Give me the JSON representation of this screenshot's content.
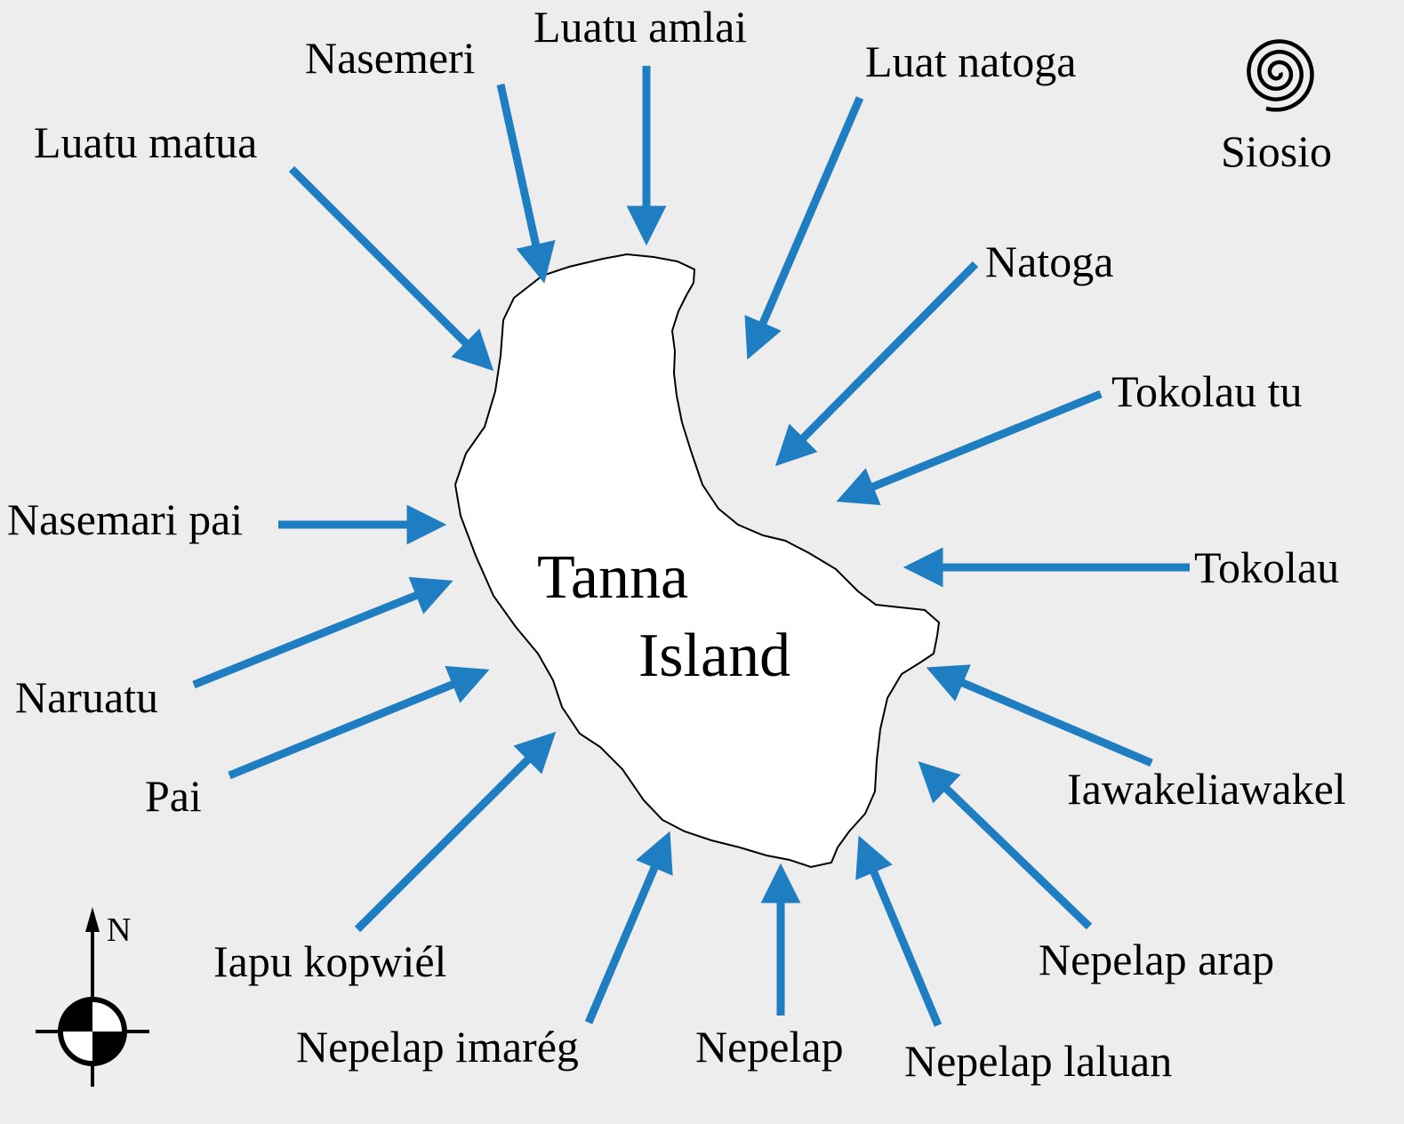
{
  "island": {
    "name_line1": "Tanna",
    "name_line2": "Island"
  },
  "winds": [
    "Luatu matua",
    "Nasemeri",
    "Luatu amlai",
    "Luat natoga",
    "Natoga",
    "Tokolau tu",
    "Tokolau",
    "Iawakeliawakel",
    "Nepelap arap",
    "Nepelap laluan",
    "Nepelap",
    "Nepelap imarég",
    "Iapu kopwiél",
    "Pai",
    "Naruatu",
    "Nasemari pai"
  ],
  "legend": {
    "siosio_label": "Siosio",
    "siosio_icon": "spiral-icon",
    "north_label": "N",
    "north_icon": "north-arrow-icon"
  },
  "colors": {
    "arrow": "#1f7dc2",
    "background": "#ededed",
    "island_fill": "#ffffff",
    "coast": "#000000"
  }
}
